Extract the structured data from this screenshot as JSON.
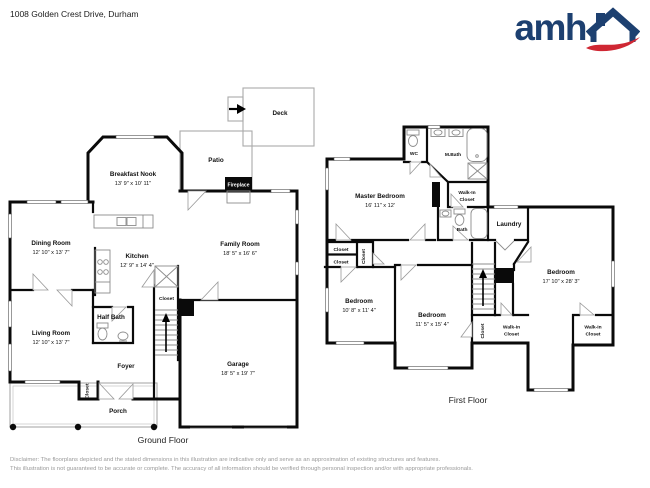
{
  "header": {
    "address": "1008 Golden Crest Drive, Durham",
    "logo_text": "amh"
  },
  "ground_floor": {
    "caption": "Ground Floor",
    "deck": "Deck",
    "patio": "Patio",
    "fireplace": "Fireplace",
    "breakfast_nook": {
      "name": "Breakfast Nook",
      "dims": "13' 9\" x 10' 11\""
    },
    "dining_room": {
      "name": "Dining Room",
      "dims": "12' 10\" x 13' 7\""
    },
    "kitchen": {
      "name": "Kitchen",
      "dims": "12' 9\" x 14' 4\""
    },
    "family_room": {
      "name": "Family Room",
      "dims": "18' 5\" x 16' 6\""
    },
    "living_room": {
      "name": "Living Room",
      "dims": "12' 10\" x 13' 7\""
    },
    "garage": {
      "name": "Garage",
      "dims": "18' 5\" x 19' 7\""
    },
    "half_bath": "Half Bath",
    "foyer": "Foyer",
    "closet_hall": "Closet",
    "closet_entry": "Closet",
    "porch": "Porch"
  },
  "first_floor": {
    "caption": "First Floor",
    "wc": "WC",
    "m_bath": "M.Bath",
    "master_bedroom": {
      "name": "Master Bedroom",
      "dims": "16' 11\" x 12'"
    },
    "walk_in_top": {
      "line1": "Walk-In",
      "line2": "Closet"
    },
    "bath": "Bath",
    "laundry": "Laundry",
    "closet_a": "Closet",
    "closet_b": "Closet",
    "closet_c": "Closet",
    "closet_stair": "Closet",
    "bedroom_1": {
      "name": "Bedroom",
      "dims": "10' 8\" x 11' 4\""
    },
    "bedroom_2": {
      "name": "Bedroom",
      "dims": "11' 5\" x 15' 4\""
    },
    "bedroom_3": {
      "name": "Bedroom",
      "dims": "17' 10\" x 28' 3\""
    },
    "walk_in_mid": {
      "line1": "Walk-In",
      "line2": "Closet"
    },
    "walk_in_right": {
      "line1": "Walk-In",
      "line2": "Closet"
    }
  },
  "footer": {
    "line1": "Disclaimer: The floorplans depicted and the stated dimensions in this illustration are indicative only and serve as an approximation of existing structures and features.",
    "line2": "This illustration is not guaranteed to be accurate or complete. The accuracy of all information should be verified through personal inspection and/or with appropriate professionals."
  }
}
